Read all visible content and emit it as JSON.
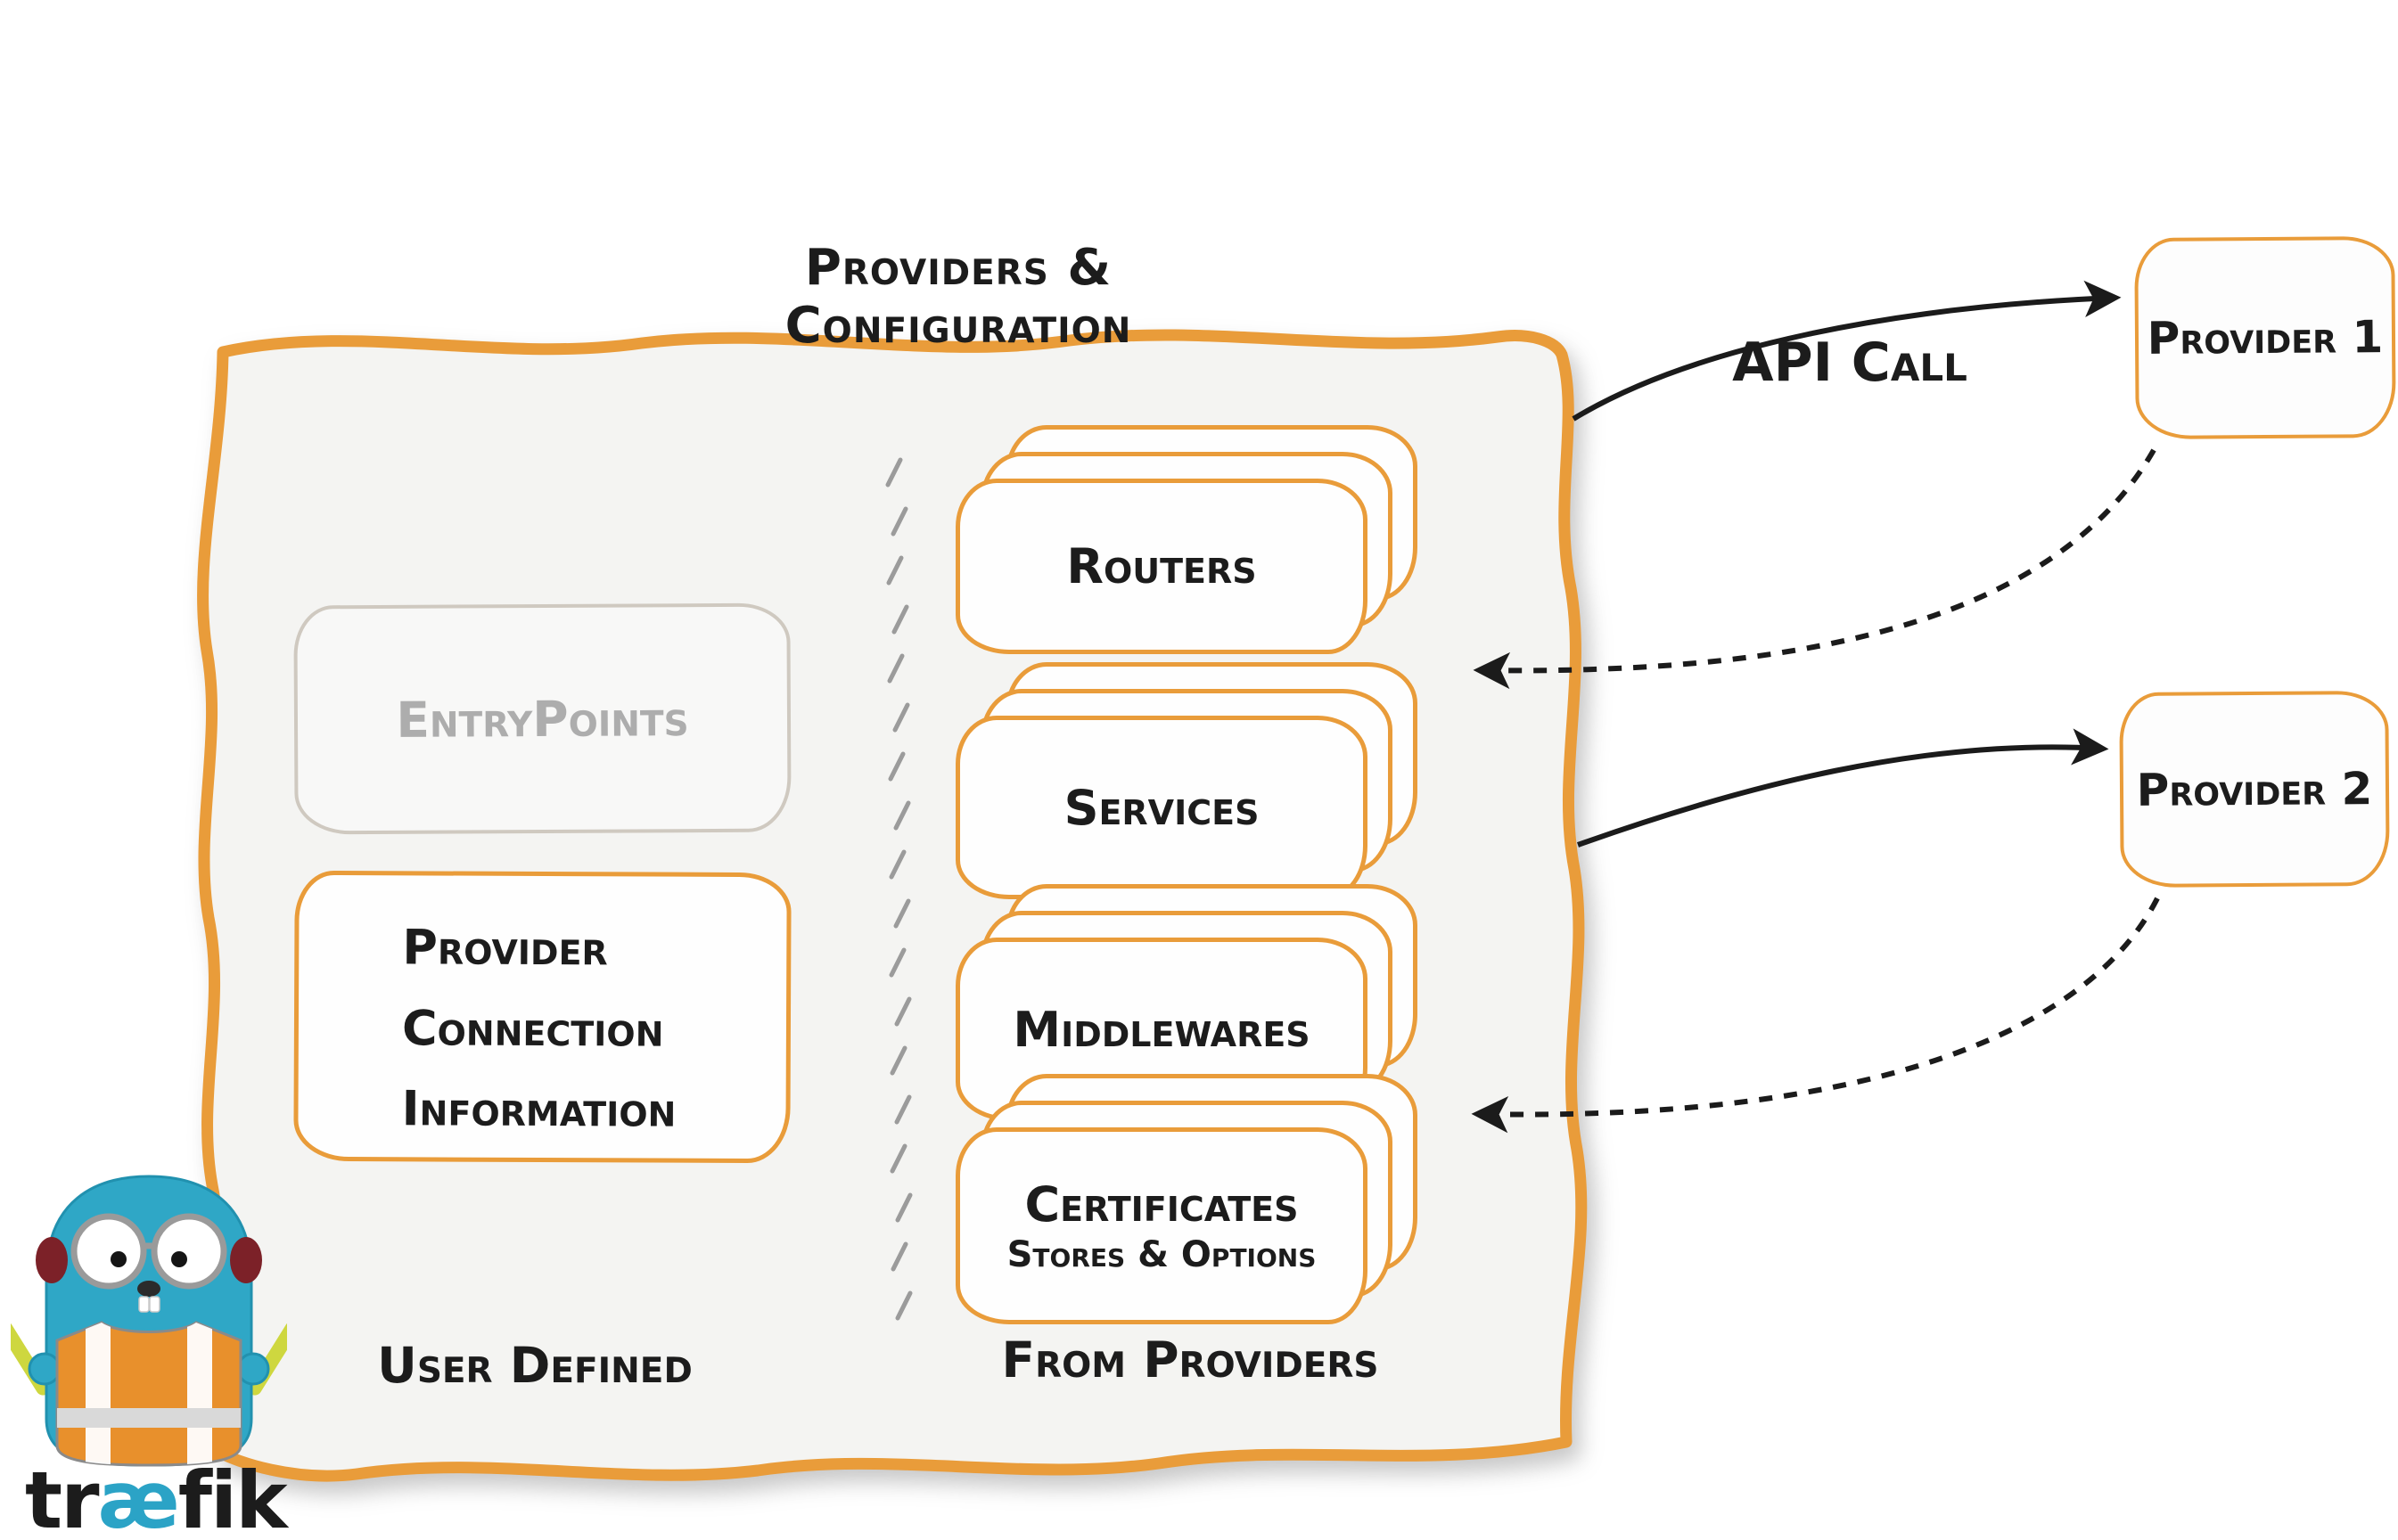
{
  "diagram": {
    "title": "Providers & Configuration",
    "api_call_label": "API Call"
  },
  "main_box": {
    "entrypoints_label": "EntryPoints",
    "provider_connection_label": "Provider Connection Information",
    "user_defined_label": "User Defined",
    "from_providers_label": "From Providers"
  },
  "stacks": [
    {
      "label": "Routers"
    },
    {
      "label": "Services"
    },
    {
      "label": "Middlewares"
    },
    {
      "label": "Certificates",
      "subtitle": "Stores & Options"
    }
  ],
  "providers": [
    {
      "label": "Provider 1"
    },
    {
      "label": "Provider 2"
    }
  ],
  "logo": {
    "wordmark_pre": "tr",
    "wordmark_ae": "æ",
    "wordmark_post": "fik"
  },
  "colors": {
    "orange": "#E99C3A",
    "teal": "#2BA3C6",
    "gray_text": "#ADADAD",
    "ink": "#1C1C1C"
  }
}
